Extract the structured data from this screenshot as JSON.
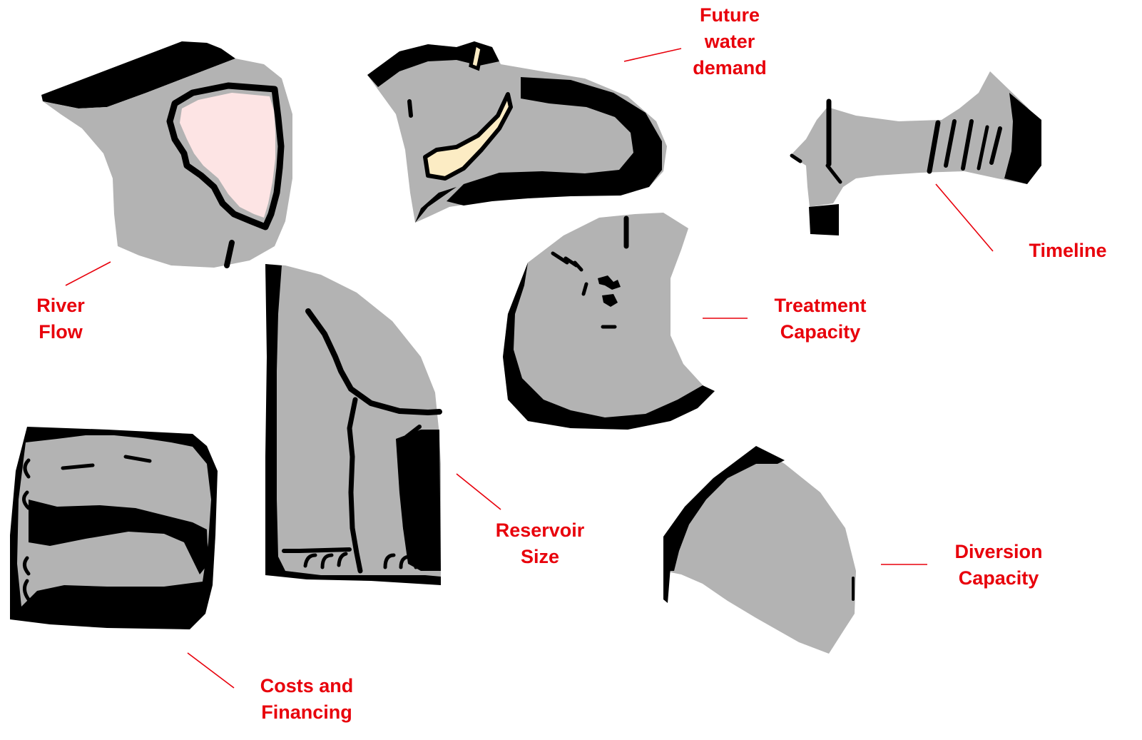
{
  "labels": {
    "future_water_demand": [
      "Future",
      "water",
      "demand"
    ],
    "river_flow": [
      "River",
      "Flow"
    ],
    "timeline": [
      "Timeline"
    ],
    "treatment_capacity": [
      "Treatment",
      "Capacity"
    ],
    "reservoir_size": [
      "Reservoir",
      "Size"
    ],
    "diversion_capacity": [
      "Diversion",
      "Capacity"
    ],
    "costs_and_financing": [
      "Costs and",
      "Financing"
    ]
  },
  "colors": {
    "label_red": "#e8000b",
    "piece_gray": "#b3b3b3",
    "piece_black": "#000000",
    "ear_pink": "#fde4e4",
    "tusk_cream": "#fcecc4"
  }
}
